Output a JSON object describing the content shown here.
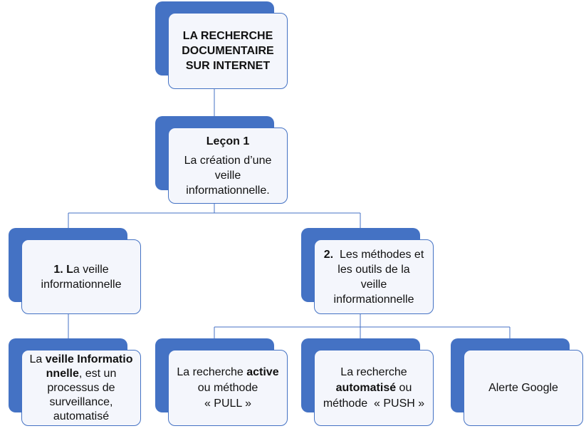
{
  "diagram": {
    "root": {
      "title_line1": "LA RECHERCHE",
      "title_line2": "DOCUMENTAIRE",
      "title_line3": "SUR INTERNET"
    },
    "lesson": {
      "label": "Leçon 1",
      "text_line1": "La création d’une",
      "text_line2": "veille",
      "text_line3": "informationnelle."
    },
    "branch1": {
      "number": "1. L",
      "text_rest": "a  veille",
      "text_line2": "informationnelle"
    },
    "branch2": {
      "number": "2.",
      "text_line1": "  Les méthodes et",
      "text_line2": "les outils  de la",
      "text_line3": "veille",
      "text_line4": "informationnelle"
    },
    "definition": {
      "prefix": "La ",
      "bold1": "veille Informatio",
      "bold2": "nnelle",
      "rest_line2": ", est un",
      "line3": "processus de",
      "line4": "surveillance,",
      "line5": "automatisé"
    },
    "active": {
      "prefix": "La recherche ",
      "bold": "active",
      "line2": "ou méthode",
      "line3": "« PULL »"
    },
    "auto": {
      "line1": "La recherche",
      "bold": "automatisé",
      "rest_line2": " ou",
      "line3": "méthode  « PUSH »"
    },
    "alert": {
      "label": "Alerte Google"
    }
  }
}
